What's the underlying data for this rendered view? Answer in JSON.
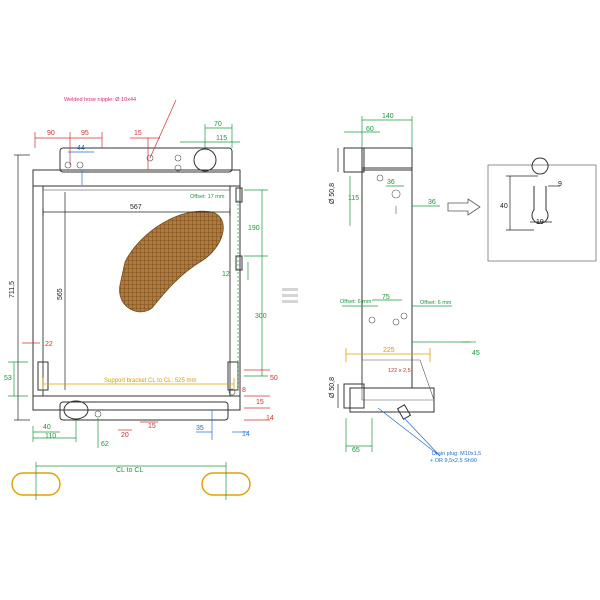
{
  "front_view": {
    "callout_weld": "Welded hose nipple: Ø 10x44",
    "dim_90": "90",
    "dim_95": "95",
    "dim_15_top": "15",
    "dim_70": "70",
    "dim_115": "115",
    "dim_44": "44",
    "dim_567": "567",
    "dim_711_5": "711,5",
    "dim_565": "565",
    "offset_17": "Offset: 17 mm",
    "dim_190": "190",
    "dim_12": "12",
    "dim_300": "300",
    "dim_22": "22",
    "dim_53": "53",
    "dim_50": "50",
    "support_bracket": "Support bracket CL to CL: 525 mm",
    "dim_8": "8",
    "dim_15_right": "15",
    "dim_14_a": "14",
    "dim_40": "40",
    "dim_110": "110",
    "dim_62": "62",
    "dim_20": "20",
    "dim_15_bottom": "15",
    "dim_35": "35",
    "dim_14_b": "14",
    "cl_to_cl": "CL to CL"
  },
  "side_view": {
    "dim_140": "140",
    "dim_60": "60",
    "dim_phi_50_8_top": "Ø 50,8",
    "dim_36_a": "36",
    "dim_115": "115",
    "dim_36_b": "36",
    "offset_6_left": "Offset: 6 mm",
    "dim_75": "75",
    "offset_6_right": "Offset: 6 mm",
    "dim_45": "45",
    "dim_225": "225",
    "dim_122x2_5": "122 x 2,5",
    "dim_phi_50_8_bottom": "Ø 50,8",
    "dim_65": "65",
    "drain_plug_1": "Drain plug: M10x1,5",
    "drain_plug_2": "+ OR 9,5x2,5 Sh90"
  },
  "detail_view": {
    "dim_40": "40",
    "dim_9": "9",
    "dim_19": "19"
  }
}
